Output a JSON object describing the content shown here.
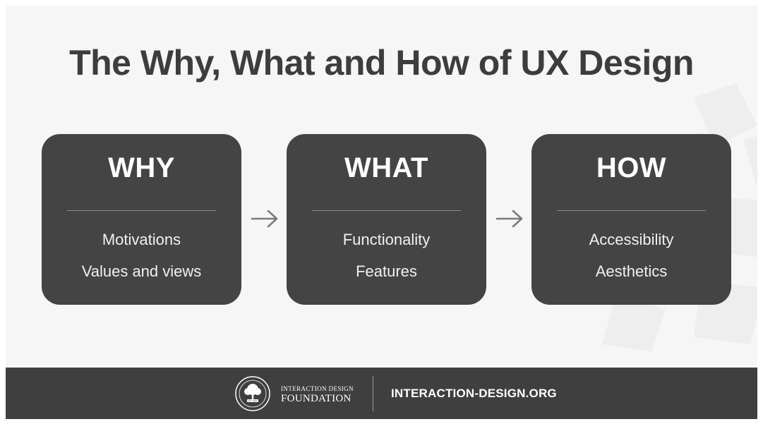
{
  "title": "The Why, What and How of UX Design",
  "cards": [
    {
      "heading": "WHY",
      "items": [
        "Motivations",
        "Values and views"
      ]
    },
    {
      "heading": "WHAT",
      "items": [
        "Functionality",
        "Features"
      ]
    },
    {
      "heading": "HOW",
      "items": [
        "Accessibility",
        "Aesthetics"
      ]
    }
  ],
  "footer": {
    "logo_line1": "INTERACTION DESIGN",
    "logo_line2": "FOUNDATION",
    "seal_text": "Est. 2002",
    "url": "INTERACTION-DESIGN.ORG"
  },
  "colors": {
    "background": "#f6f6f6",
    "card": "#444444",
    "title": "#3d3d3d",
    "footer": "#3f3f3f",
    "arrow": "#7a7a7a"
  }
}
